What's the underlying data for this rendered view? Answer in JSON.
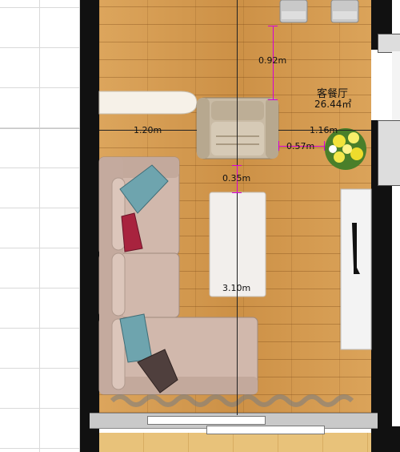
{
  "room": {
    "name": "客餐厅",
    "area": "26.44㎡"
  },
  "dimensions": {
    "chair_to_top": "0.92m",
    "left_gap": "1.20m",
    "right_gap": "1.16m",
    "chair_to_plant": "0.57m",
    "chair_to_table": "0.35m",
    "room_depth": "3.10m"
  }
}
